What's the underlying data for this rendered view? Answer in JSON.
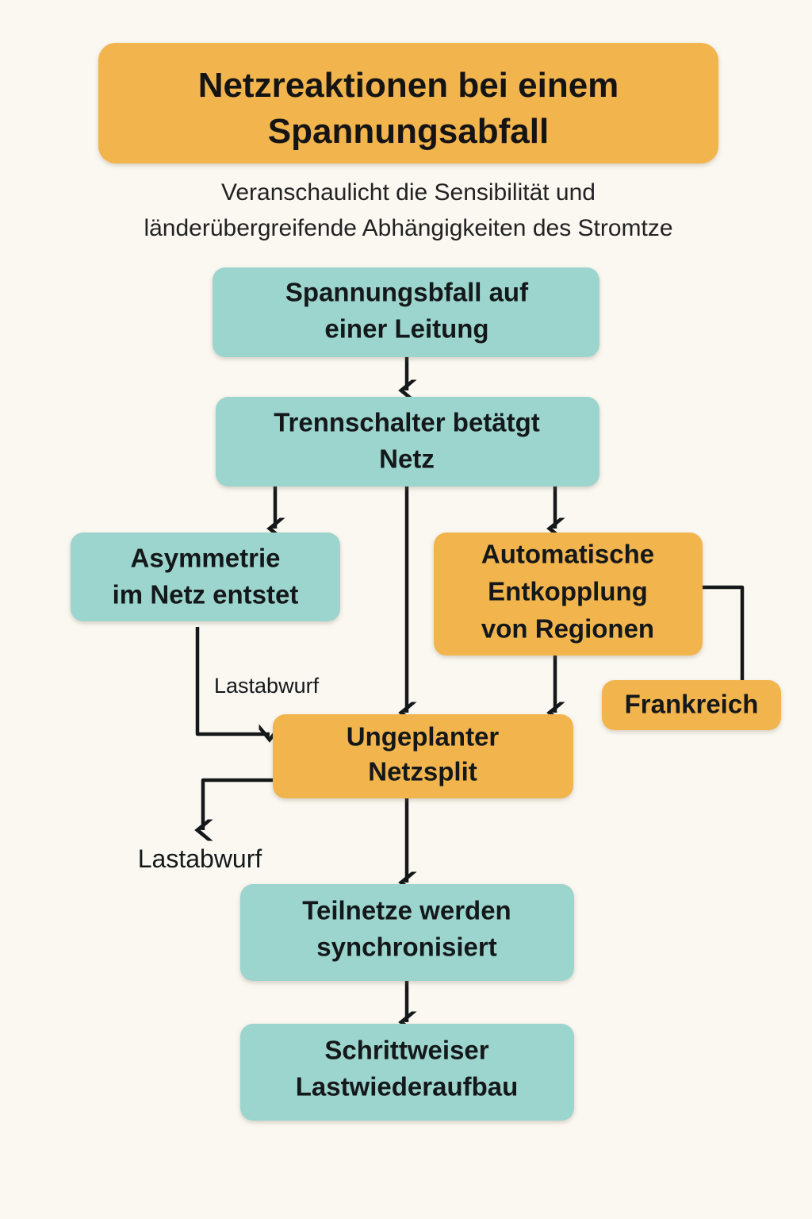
{
  "header": {
    "title_line1": "Netzreaktionen bei einem",
    "title_line2": "Spannungsabfall",
    "subtitle_line1": "Veranschaulicht die Sensibilität und",
    "subtitle_line2": "länderübergreifende Abhängigkeiten des Stromtze"
  },
  "colors": {
    "background": "#FBF8F2",
    "teal": "#9CD5CE",
    "orange": "#F2B44E",
    "text": "#14181A",
    "connector": "#14181A"
  },
  "nodes": [
    {
      "id": "n1",
      "line1": "Spannungsbfall auf",
      "line2": "einer Leitung",
      "type": "teal"
    },
    {
      "id": "n2",
      "line1": "Trennschalter betätgt",
      "line2": "Netz",
      "type": "teal"
    },
    {
      "id": "n3",
      "line1": "Asymmetrie",
      "line2": "im Netz entstet",
      "type": "teal"
    },
    {
      "id": "n4",
      "line1": "Automatische",
      "line2": "Entkopplung",
      "line3": "von Regionen",
      "type": "orange"
    },
    {
      "id": "n5",
      "line1": "Frankreich",
      "type": "orange"
    },
    {
      "id": "n6",
      "line1": "Ungeplanter",
      "line2": "Netzsplit",
      "type": "orange"
    },
    {
      "id": "n7",
      "line1": "Teilnetze werden",
      "line2": "synchronisiert",
      "type": "teal"
    },
    {
      "id": "n8",
      "line1": "Schrittweiser",
      "line2": "Lastwiederaufbau",
      "type": "teal"
    }
  ],
  "edge_labels": {
    "lastabwurf_edge": "Lastabwurf",
    "lastabwurf_terminal": "Lastabwurf"
  }
}
